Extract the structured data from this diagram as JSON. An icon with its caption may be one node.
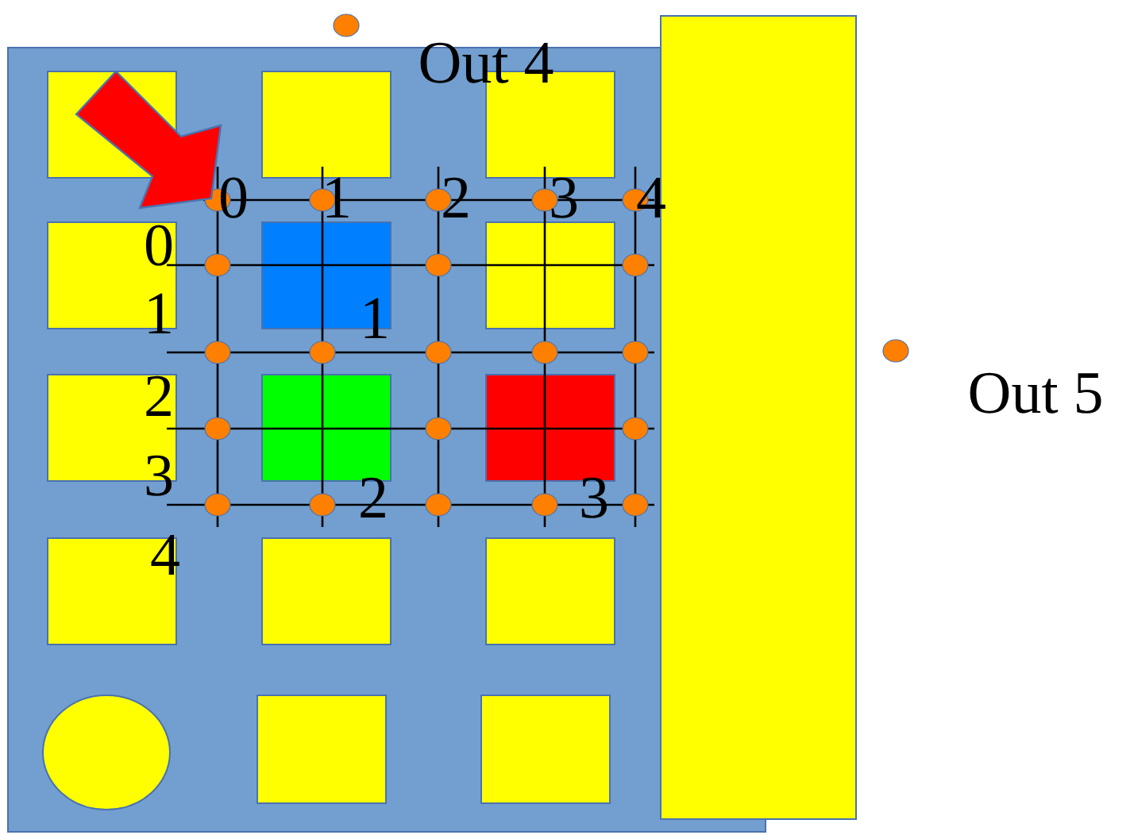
{
  "diagram": {
    "labels": [
      "Out 4",
      "0",
      "1",
      "2",
      "3",
      "4",
      "0",
      "1",
      "1",
      "2",
      "Out 5",
      "3",
      "2",
      "3",
      "4"
    ]
  }
}
